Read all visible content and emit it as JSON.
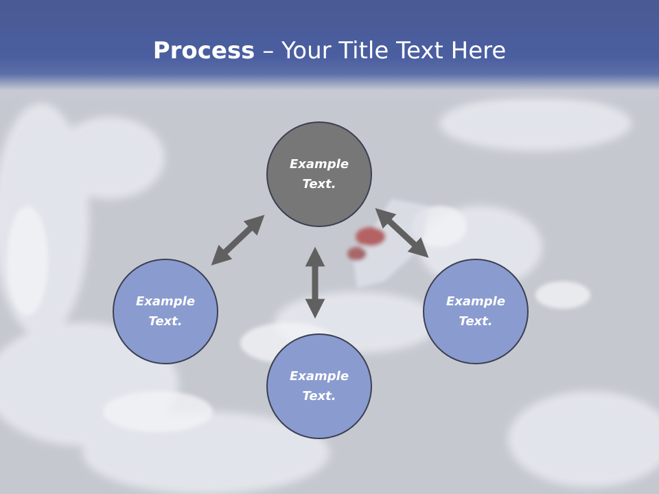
{
  "slide": {
    "title_bold": "Process",
    "title_rest": " – Your Title Text Here"
  },
  "nodes": {
    "top": "Example Text.",
    "left": "Example Text.",
    "right": "Example Text.",
    "bottom": "Example Text."
  },
  "colors": {
    "header": "#4a5ea0",
    "node_blue": "#8a9bcf",
    "node_gray": "#777777",
    "arrow": "#606060"
  }
}
